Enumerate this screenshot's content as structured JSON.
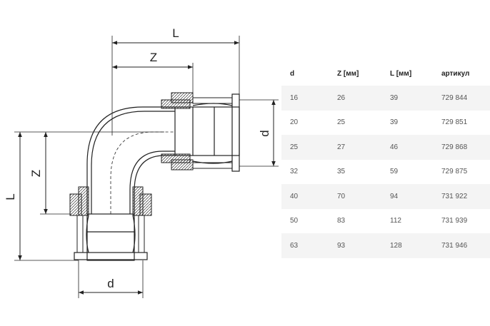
{
  "drawing": {
    "labels": {
      "top_L": "L",
      "top_Z": "Z",
      "right_d": "d",
      "left_L": "L",
      "left_Z": "Z",
      "bottom_d": "d"
    }
  },
  "table": {
    "headers": [
      "d",
      "Z [мм]",
      "L [мм]",
      "артикул"
    ],
    "rows": [
      [
        "16",
        "26",
        "39",
        "729 844"
      ],
      [
        "20",
        "25",
        "39",
        "729 851"
      ],
      [
        "25",
        "27",
        "46",
        "729 868"
      ],
      [
        "32",
        "35",
        "59",
        "729 875"
      ],
      [
        "40",
        "70",
        "94",
        "731 922"
      ],
      [
        "50",
        "83",
        "112",
        "731 939"
      ],
      [
        "63",
        "93",
        "128",
        "731 946"
      ]
    ]
  }
}
